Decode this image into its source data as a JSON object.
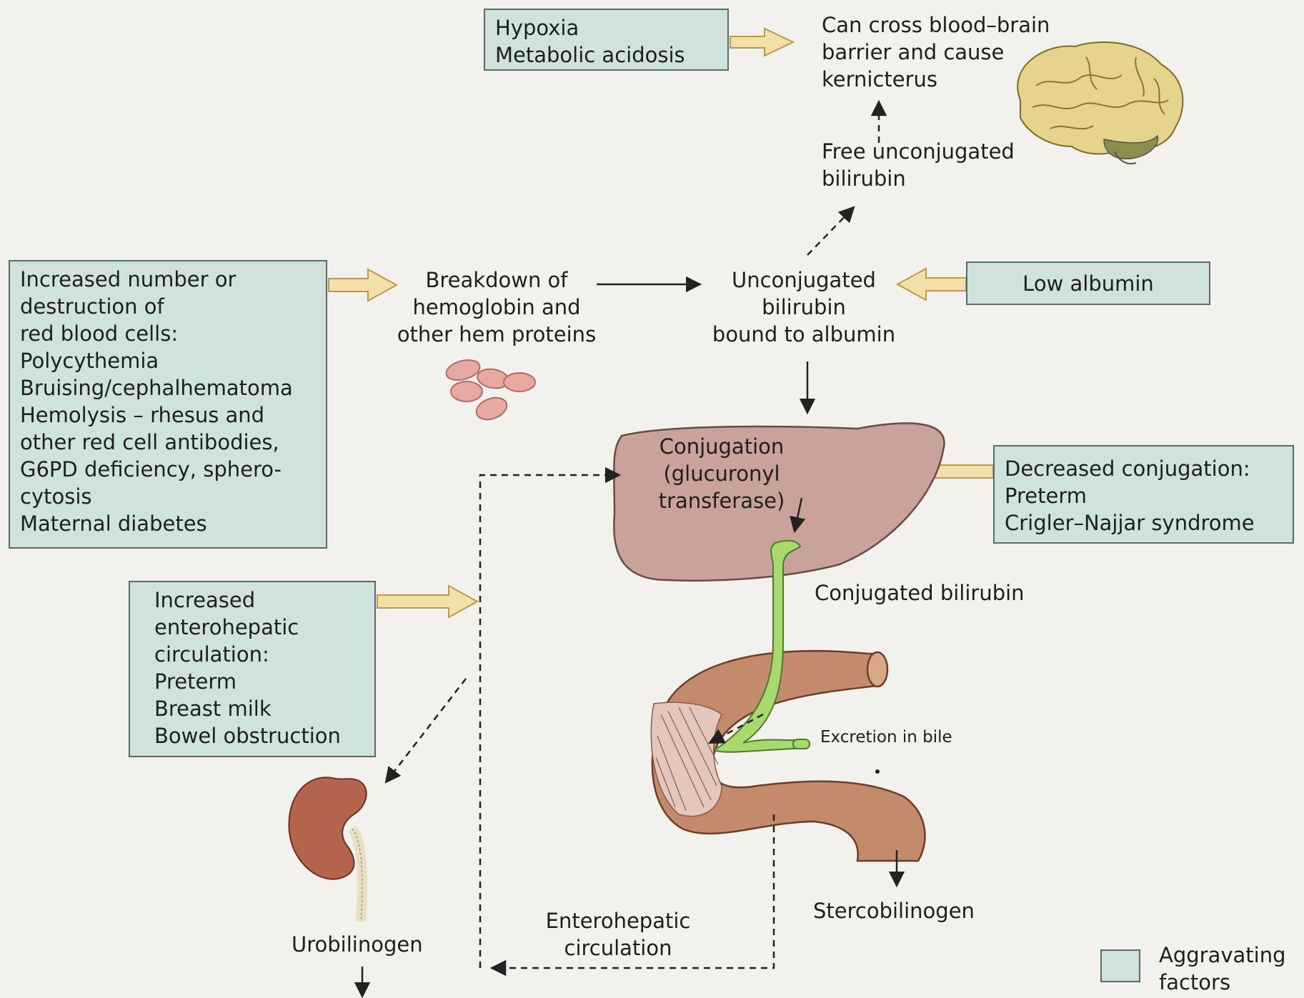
{
  "factor_boxes": {
    "hypoxia": [
      "Hypoxia",
      "Metabolic acidosis"
    ],
    "rbc": [
      "Increased number or",
      "destruction of",
      "red blood cells:",
      "Polycythemia",
      "Bruising/cephalhematoma",
      "Hemolysis – rhesus and",
      "other red cell antibodies,",
      "G6PD deficiency, sphero-",
      "cytosis",
      "Maternal diabetes"
    ],
    "low_albumin": [
      "Low albumin"
    ],
    "decreased_conjugation": [
      "Decreased conjugation:",
      "Preterm",
      "Crigler–Najjar syndrome"
    ],
    "enterohepatic": [
      "Increased",
      "enterohepatic",
      "circulation:",
      "Preterm",
      "Breast milk",
      "Bowel obstruction"
    ]
  },
  "labels": {
    "kernicterus": [
      "Can cross blood–brain",
      "barrier and cause",
      "kernicterus"
    ],
    "free_unconjugated": [
      "Free unconjugated",
      "bilirubin"
    ],
    "breakdown": [
      "Breakdown of",
      "hemoglobin and",
      "other hem proteins"
    ],
    "unconjugated_bound": [
      "Unconjugated",
      "bilirubin",
      "bound to albumin"
    ],
    "conjugation": [
      "Conjugation",
      "(glucuronyl",
      "transferase)"
    ],
    "conjugated_bilirubin": "Conjugated bilirubin",
    "excretion_in_bile": "Excretion in bile",
    "stercobilinogen": "Stercobilinogen",
    "enterohepatic_circulation": [
      "Enterohepatic",
      "circulation"
    ],
    "urobilinogen": "Urobilinogen"
  },
  "legend": {
    "swatch_color": "#cfe3dc",
    "label": [
      "Aggravating",
      "factors"
    ]
  },
  "colors": {
    "factor_box_fill": "#cfe3dc",
    "hollow_arrow_fill": "#f3dfa8",
    "liver": "#c9a39b",
    "intestine": "#c48a6c",
    "bile_duct": "#a7d96f",
    "kidney": "#b5654e",
    "brain": "#e6d48a",
    "red_cells": "#e8a9a3"
  },
  "icons": [
    "brain-icon",
    "red-blood-cells-icon",
    "liver-icon",
    "intestine-icon",
    "bile-duct-icon",
    "kidney-icon"
  ]
}
